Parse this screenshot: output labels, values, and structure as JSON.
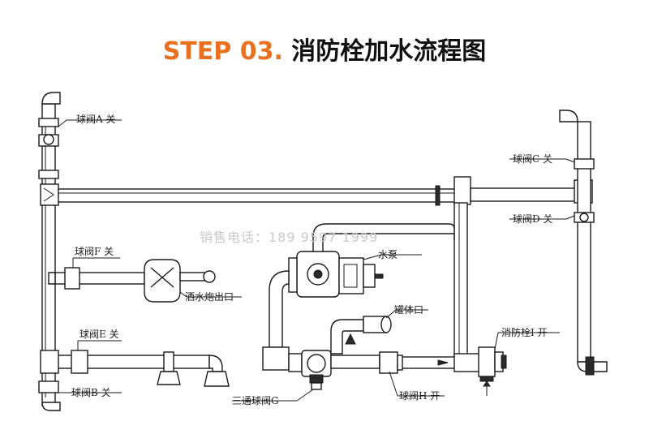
{
  "title": {
    "step": "STEP 03.",
    "text": "消防栓加水流程图"
  },
  "watermark": "销售电话：189 9597 1999",
  "labels": {
    "valve_a": "球阀A 关",
    "valve_b": "球阀B 关",
    "valve_c": "球阀C 关",
    "valve_d": "球阀D 关",
    "valve_e": "球阀E 关",
    "valve_f": "球阀F 关",
    "valve_g": "三通球阀G",
    "valve_h": "球阀H 开",
    "hydrant": "消防栓I 开",
    "pump": "水泵",
    "tank_port": "罐体口",
    "cannon_outlet": "洒水炮出口"
  }
}
